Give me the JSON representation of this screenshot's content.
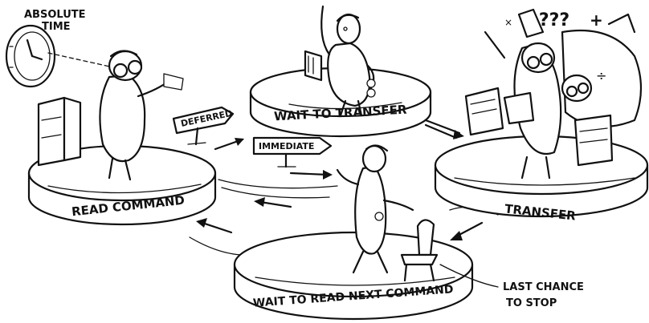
{
  "diagram": {
    "annotations": {
      "absolute_time": "ABSOLUTE TIME",
      "last_chance": "LAST CHANCE TO STOP",
      "question_marks": "???"
    },
    "signs": {
      "deferred": "DEFERRED",
      "immediate": "IMMEDIATE"
    },
    "stages": [
      {
        "id": "read-command",
        "label": "READ COMMAND"
      },
      {
        "id": "wait-to-transfer",
        "label": "WAIT TO TRANSFER"
      },
      {
        "id": "transfer",
        "label": "TRANSFER"
      },
      {
        "id": "wait-to-read-next-command",
        "label": "WAIT TO READ NEXT COMMAND"
      }
    ],
    "colors": {
      "ink": "#111111",
      "paper": "#ffffff"
    }
  }
}
